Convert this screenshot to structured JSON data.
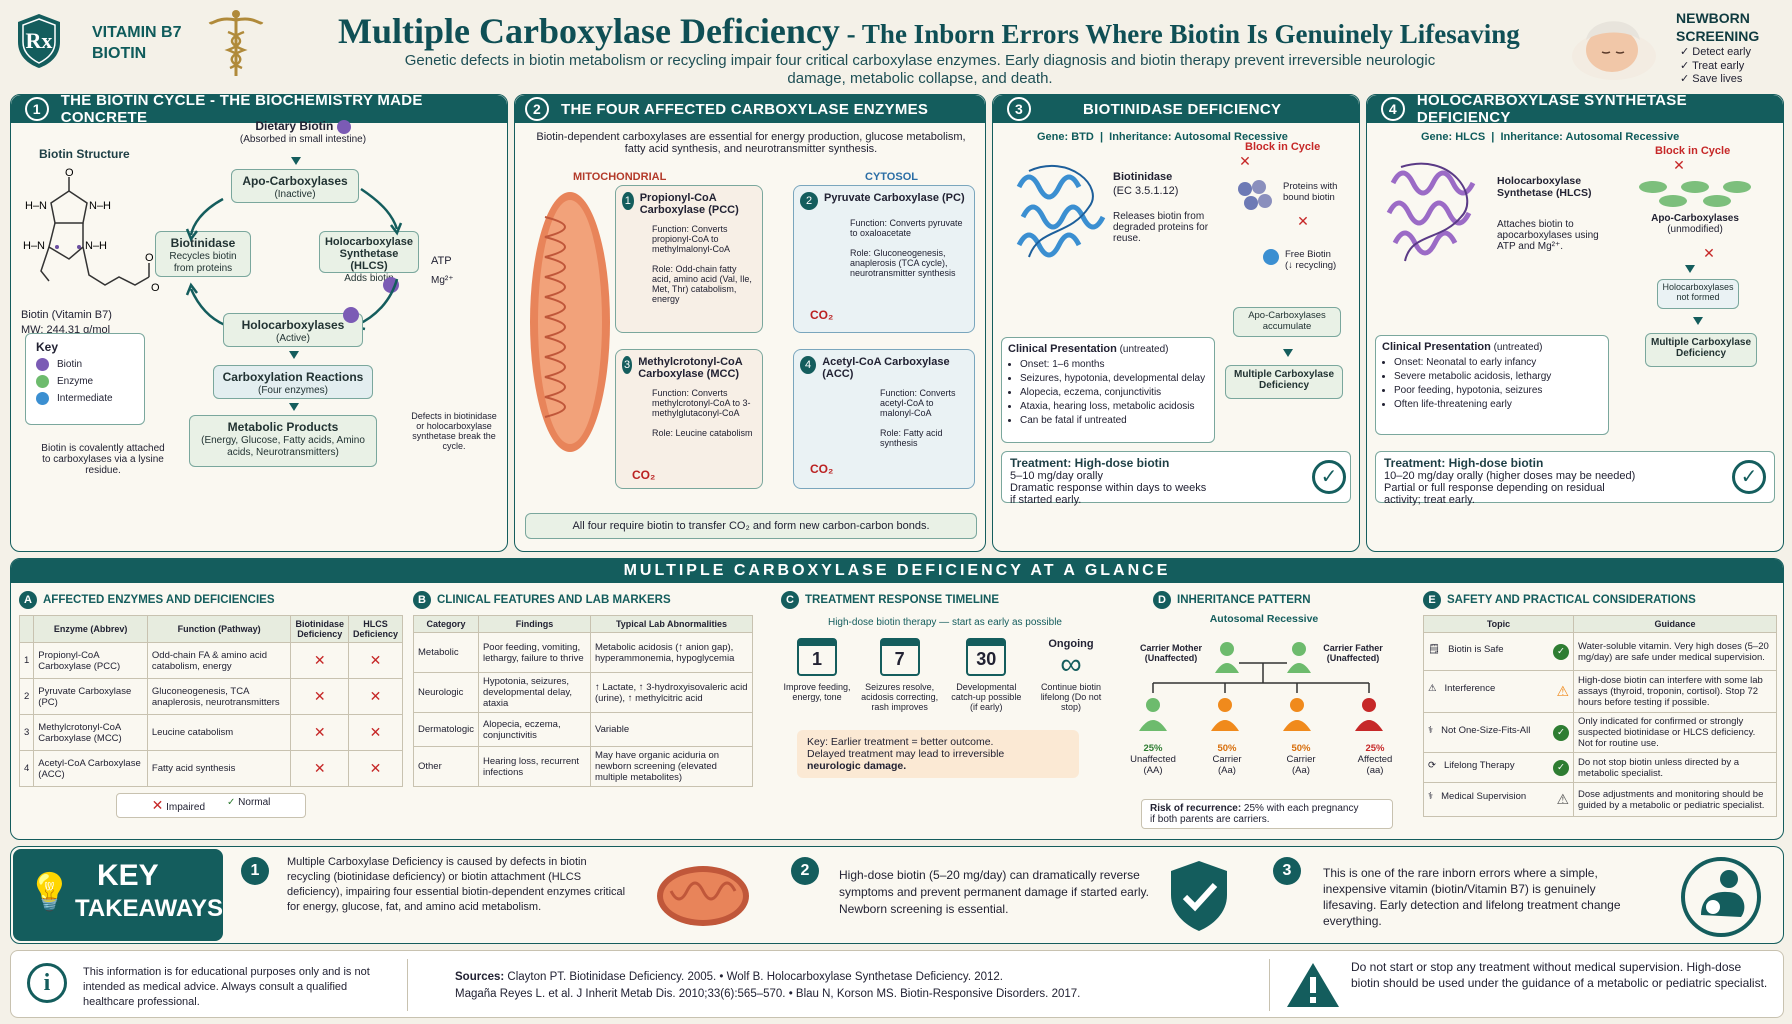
{
  "header": {
    "brand_line1": "VITAMIN B7",
    "brand_line2": "BIOTIN",
    "rx": "Rx",
    "title_main": "Multiple Carboxylase Deficiency",
    "title_sub": " - The Inborn Errors Where Biotin Is Genuinely Lifesaving",
    "subtitle": "Genetic defects in biotin metabolism or recycling impair four critical carboxylase enzymes. Early diagnosis and biotin therapy prevent irreversible neurologic damage, metabolic collapse, and death.",
    "newborn_title1": "NEWBORN",
    "newborn_title2": "SCREENING",
    "newborn_items": [
      "Detect early",
      "Treat early",
      "Save lives"
    ]
  },
  "panel1": {
    "num": "1",
    "title": "THE BIOTIN CYCLE - THE BIOCHEMISTRY MADE CONCRETE",
    "structure_label": "Biotin Structure",
    "biotin_name": "Biotin (Vitamin B7)",
    "mw": "MW: 244.31 g/mol",
    "dietary": "Dietary Biotin",
    "dietary_sub": "(Absorbed in small intestine)",
    "apo": "Apo-Carboxylases",
    "apo_sub": "(Inactive)",
    "biotinidase": "Biotinidase",
    "biotinidase_sub": "Recycles biotin from proteins",
    "hlcs": "Holocarboxylase Synthetase (HLCS)",
    "hlcs_sub": "Adds biotin",
    "atp": "ATP",
    "mg": "Mg²⁺",
    "holo": "Holocarboxylases",
    "holo_sub": "(Active)",
    "carbox": "Carboxylation Reactions",
    "carbox_sub": "(Four enzymes)",
    "metab": "Metabolic Products",
    "metab_sub": "(Energy, Glucose, Fatty acids, Amino acids, Neurotransmitters)",
    "defects_note": "Defects in biotinidase or holocarboxylase synthetase break the cycle.",
    "key_title": "Key",
    "key_items": [
      "Biotin",
      "Enzyme",
      "Intermediate"
    ],
    "covalent_note": "Biotin is covalently attached to carboxylases via a lysine residue."
  },
  "panel2": {
    "num": "2",
    "title": "THE FOUR AFFECTED CARBOXYLASE ENZYMES",
    "intro": "Biotin-dependent carboxylases are essential for energy production, glucose metabolism, fatty acid synthesis, and neurotransmitter synthesis.",
    "mito_label": "MITOCHONDRIAL",
    "cyto_label": "CYTOSOL",
    "enzymes": [
      {
        "num": "1",
        "name": "Propionyl-CoA Carboxylase (PCC)",
        "function": "Function: Converts propionyl-CoA to methylmalonyl-CoA",
        "role": "Role: Odd-chain fatty acid, amino acid (Val, Ile, Met, Thr) catabolism, energy"
      },
      {
        "num": "2",
        "name": "Pyruvate Carboxylase (PC)",
        "function": "Function: Converts pyruvate to oxaloacetate",
        "role": "Role: Gluconeogenesis, anaplerosis (TCA cycle), neurotransmitter synthesis"
      },
      {
        "num": "3",
        "name": "Methylcrotonyl-CoA Carboxylase (MCC)",
        "function": "Function: Converts methylcrotonyl-CoA to 3-methylglutaconyl-CoA",
        "role": "Role: Leucine catabolism"
      },
      {
        "num": "4",
        "name": "Acetyl-CoA Carboxylase (ACC)",
        "function": "Function: Converts acetyl-CoA to malonyl-CoA",
        "role": "Role: Fatty acid synthesis"
      }
    ],
    "co2": "CO₂",
    "footer": "All four require biotin to transfer CO₂ and form new carbon-carbon bonds."
  },
  "panel3": {
    "num": "3",
    "title": "BIOTINIDASE DEFICIENCY",
    "gene": "Gene: BTD",
    "inheritance": "Inheritance: Autosomal Recessive",
    "enzyme_name": "Biotinidase",
    "enzyme_ec": "(EC 3.5.1.12)",
    "enzyme_desc": "Releases biotin from degraded proteins for reuse.",
    "block": "Block in Cycle",
    "proteins": "Proteins with bound biotin",
    "free_biotin": "Free Biotin",
    "free_biotin_sub": "(↓ recycling)",
    "apo_acc": "Apo-Carboxylases accumulate",
    "mcd": "Multiple Carboxylase Deficiency",
    "clin_title": "Clinical Presentation",
    "clin_sub": " (untreated)",
    "clin_items": [
      "Onset: 1–6 months",
      "Seizures, hypotonia, developmental delay",
      "Alopecia, eczema, conjunctivitis",
      "Ataxia, hearing loss, metabolic acidosis",
      "Can be fatal if untreated"
    ],
    "tx_title": "Treatment: High-dose biotin",
    "tx_lines": [
      "5–10 mg/day orally",
      "Dramatic response within days to weeks",
      "if started early."
    ]
  },
  "panel4": {
    "num": "4",
    "title": "HOLOCARBOXYLASE SYNTHETASE DEFICIENCY",
    "gene": "Gene: HLCS",
    "inheritance": "Inheritance: Autosomal Recessive",
    "enzyme_name": "Holocarboxylase Synthetase (HLCS)",
    "enzyme_desc": "Attaches biotin to apocarboxylases using ATP and Mg²⁺.",
    "block": "Block in Cycle",
    "apo": "Apo-Carboxylases",
    "apo_sub": "(unmodified)",
    "holo_not": "Holocarboxylases not formed",
    "mcd": "Multiple Carboxylase Deficiency",
    "clin_title": "Clinical Presentation",
    "clin_sub": " (untreated)",
    "clin_items": [
      "Onset: Neonatal to early infancy",
      "Severe metabolic acidosis, lethargy",
      "Poor feeding, hypotonia, seizures",
      "Often life-threatening early"
    ],
    "tx_title": "Treatment: High-dose biotin",
    "tx_lines": [
      "10–20 mg/day orally (higher doses may be needed)",
      "Partial or full response depending on residual",
      "activity; treat early."
    ]
  },
  "glance": {
    "title": "MULTIPLE CARBOXYLASE DEFICIENCY AT A GLANCE",
    "A": {
      "letter": "A",
      "title": "AFFECTED ENZYMES AND DEFICIENCIES",
      "headers": [
        "",
        "Enzyme (Abbrev)",
        "Function (Pathway)",
        "Biotinidase Deficiency",
        "HLCS Deficiency"
      ],
      "rows": [
        [
          "1",
          "Propionyl-CoA Carboxylase (PCC)",
          "Odd-chain FA & amino acid catabolism, energy"
        ],
        [
          "2",
          "Pyruvate Carboxylase (PC)",
          "Gluconeogenesis, TCA anaplerosis, neurotransmitters"
        ],
        [
          "3",
          "Methylcrotonyl-CoA Carboxylase (MCC)",
          "Leucine catabolism"
        ],
        [
          "4",
          "Acetyl-CoA Carboxylase (ACC)",
          "Fatty acid synthesis"
        ]
      ],
      "impaired": "Impaired",
      "normal": "Normal"
    },
    "B": {
      "letter": "B",
      "title": "CLINICAL FEATURES AND LAB MARKERS",
      "headers": [
        "Category",
        "Findings",
        "Typical Lab Abnormalities"
      ],
      "rows": [
        [
          "Metabolic",
          "Poor feeding, vomiting, lethargy, failure to thrive",
          "Metabolic acidosis (↑ anion gap), hyperammonemia, hypoglycemia"
        ],
        [
          "Neurologic",
          "Hypotonia, seizures, developmental delay, ataxia",
          "↑ Lactate, ↑ 3-hydroxyisovaleric acid (urine), ↑ methylcitric acid"
        ],
        [
          "Dermatologic",
          "Alopecia, eczema, conjunctivitis",
          "Variable"
        ],
        [
          "Other",
          "Hearing loss, recurrent infections",
          "May have organic aciduria on newborn screening (elevated multiple metabolites)"
        ]
      ]
    },
    "C": {
      "letter": "C",
      "title": "TREATMENT RESPONSE TIMELINE",
      "sub": "High-dose biotin therapy — start as early as possible",
      "steps": [
        {
          "n": "1",
          "label": "Improve feeding, energy, tone"
        },
        {
          "n": "7",
          "label": "Seizures resolve, acidosis correcting, rash improves"
        },
        {
          "n": "30",
          "label": "Developmental catch-up possible (if early)"
        }
      ],
      "ongoing": "Ongoing",
      "ongoing_label": "Continue biotin lifelong (Do not stop)",
      "key1": "Key: Earlier treatment = better outcome.",
      "key2": "Delayed treatment may lead to irreversible",
      "key3": "neurologic damage."
    },
    "D": {
      "letter": "D",
      "title": "INHERITANCE PATTERN",
      "sub": "Autosomal Recessive",
      "mother": "Carrier Mother (Unaffected)",
      "father": "Carrier Father (Unaffected)",
      "children": [
        {
          "pct": "25%",
          "label": "Unaffected",
          "geno": "(AA)"
        },
        {
          "pct": "50%",
          "label": "Carrier",
          "geno": "(Aa)"
        },
        {
          "pct": "50%",
          "label": "Carrier",
          "geno": "(Aa)"
        },
        {
          "pct": "25%",
          "label": "Affected",
          "geno": "(aa)"
        }
      ],
      "risk1": "Risk of recurrence:",
      "risk2": " 25% with each pregnancy",
      "risk3": "if both parents are carriers."
    },
    "E": {
      "letter": "E",
      "title": "SAFETY AND PRACTICAL CONSIDERATIONS",
      "headers": [
        "Topic",
        "Guidance"
      ],
      "rows": [
        {
          "topic": "Biotin is Safe",
          "guide": "Water-soluble vitamin. Very high doses (5–20 mg/day) are safe under medical supervision.",
          "status": "ok"
        },
        {
          "topic": "Interference",
          "guide": "High-dose biotin can interfere with some lab assays (thyroid, troponin, cortisol). Stop 72 hours before testing if possible.",
          "status": "warn"
        },
        {
          "topic": "Not One-Size-Fits-All",
          "guide": "Only indicated for confirmed or strongly suspected biotinidase or HLCS deficiency. Not for routine use.",
          "status": "ok"
        },
        {
          "topic": "Lifelong Therapy",
          "guide": "Do not stop biotin unless directed by a metabolic specialist.",
          "status": "ok"
        },
        {
          "topic": "Medical Supervision",
          "guide": "Dose adjustments and monitoring should be guided by a metabolic or pediatric specialist.",
          "status": "warn2"
        }
      ]
    }
  },
  "takeaways": {
    "line1": "KEY",
    "line2": "TAKEAWAYS",
    "items": [
      {
        "n": "1",
        "text": "Multiple Carboxylase Deficiency is caused by defects in biotin recycling (biotinidase deficiency) or biotin attachment (HLCS deficiency), impairing four essential biotin-dependent enzymes critical for energy, glucose, fat, and amino acid metabolism."
      },
      {
        "n": "2",
        "text": "High-dose biotin (5–20 mg/day) can dramatically reverse symptoms and prevent permanent damage if started early. Newborn screening is essential."
      },
      {
        "n": "3",
        "text": "This is one of the rare inborn errors where a simple, inexpensive vitamin (biotin/Vitamin B7) is genuinely lifesaving. Early detection and lifelong treatment change everything."
      }
    ]
  },
  "footer": {
    "disclaimer": "This information is for educational purposes only and is not intended as medical advice. Always consult a qualified healthcare professional.",
    "sources_label": "Sources:",
    "sources1": " Clayton PT. Biotinidase Deficiency. 2005.   •   Wolf B. Holocarboxylase Synthetase Deficiency. 2012.",
    "sources2": "Magaña Reyes L. et al. J Inherit Metab Dis. 2010;33(6):565–570.   •   Blau N, Korson MS. Biotin-Responsive Disorders. 2017.",
    "warning": "Do not start or stop any treatment without medical supervision. High-dose biotin should be used under the guidance of a metabolic or pediatric specialist."
  }
}
